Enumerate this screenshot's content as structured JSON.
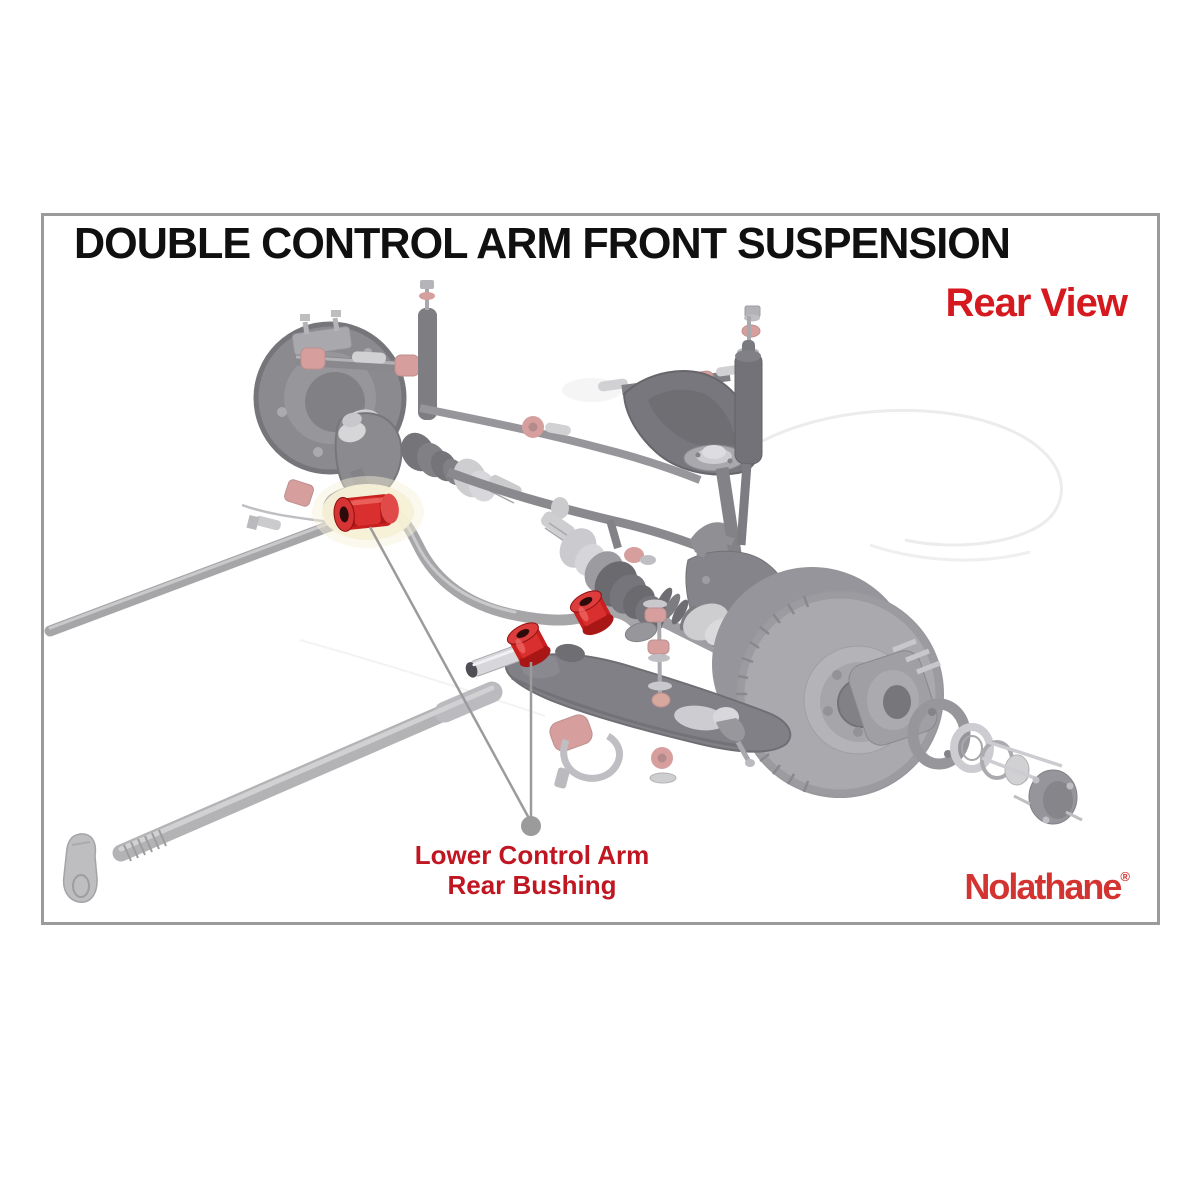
{
  "header": {
    "title": "DOUBLE CONTROL ARM FRONT SUSPENSION",
    "view_label": "Rear View"
  },
  "callout": {
    "line1": "Lower Control Arm",
    "line2": "Rear Bushing"
  },
  "brand": {
    "name": "Nolathane",
    "registered_mark": "®"
  },
  "colors": {
    "title-text": "#101010",
    "view-label-red": "#d6191f",
    "callout-red": "#c01622",
    "brand-red": "#d43431",
    "frame-border": "#9b9b9b",
    "highlight-red": "#c9201f",
    "faded-pink": "#cf8f8e",
    "leader-gray": "#9b9b9b",
    "part-gray": "#8a8a8f",
    "glow-yellow": "#f6f0d6"
  },
  "diagram": {
    "highlighted_part": "lower-control-arm-rear-bushing",
    "parts": [
      "sway-bar",
      "torsion-bar",
      "torsion-bar-anchor",
      "brake-backing-plate",
      "upper-control-arm-left",
      "shock-absorber-left",
      "cv-axle-left",
      "tie-rod",
      "steering-center-link",
      "upper-control-arm-right",
      "shock-absorber-right",
      "cv-axle-center",
      "brake-caliper-knuckle",
      "brake-rotor",
      "hub-flange",
      "bearing-and-seal-set",
      "dust-cap",
      "lower-control-arm",
      "sway-bar-link",
      "sway-bar-clamp",
      "ball-joint",
      "lower-control-arm-rear-bushing-left",
      "lower-control-arm-rear-bushing-middle",
      "lower-control-arm-rear-bushing-exploded",
      "bushing-sleeve-pin"
    ]
  }
}
